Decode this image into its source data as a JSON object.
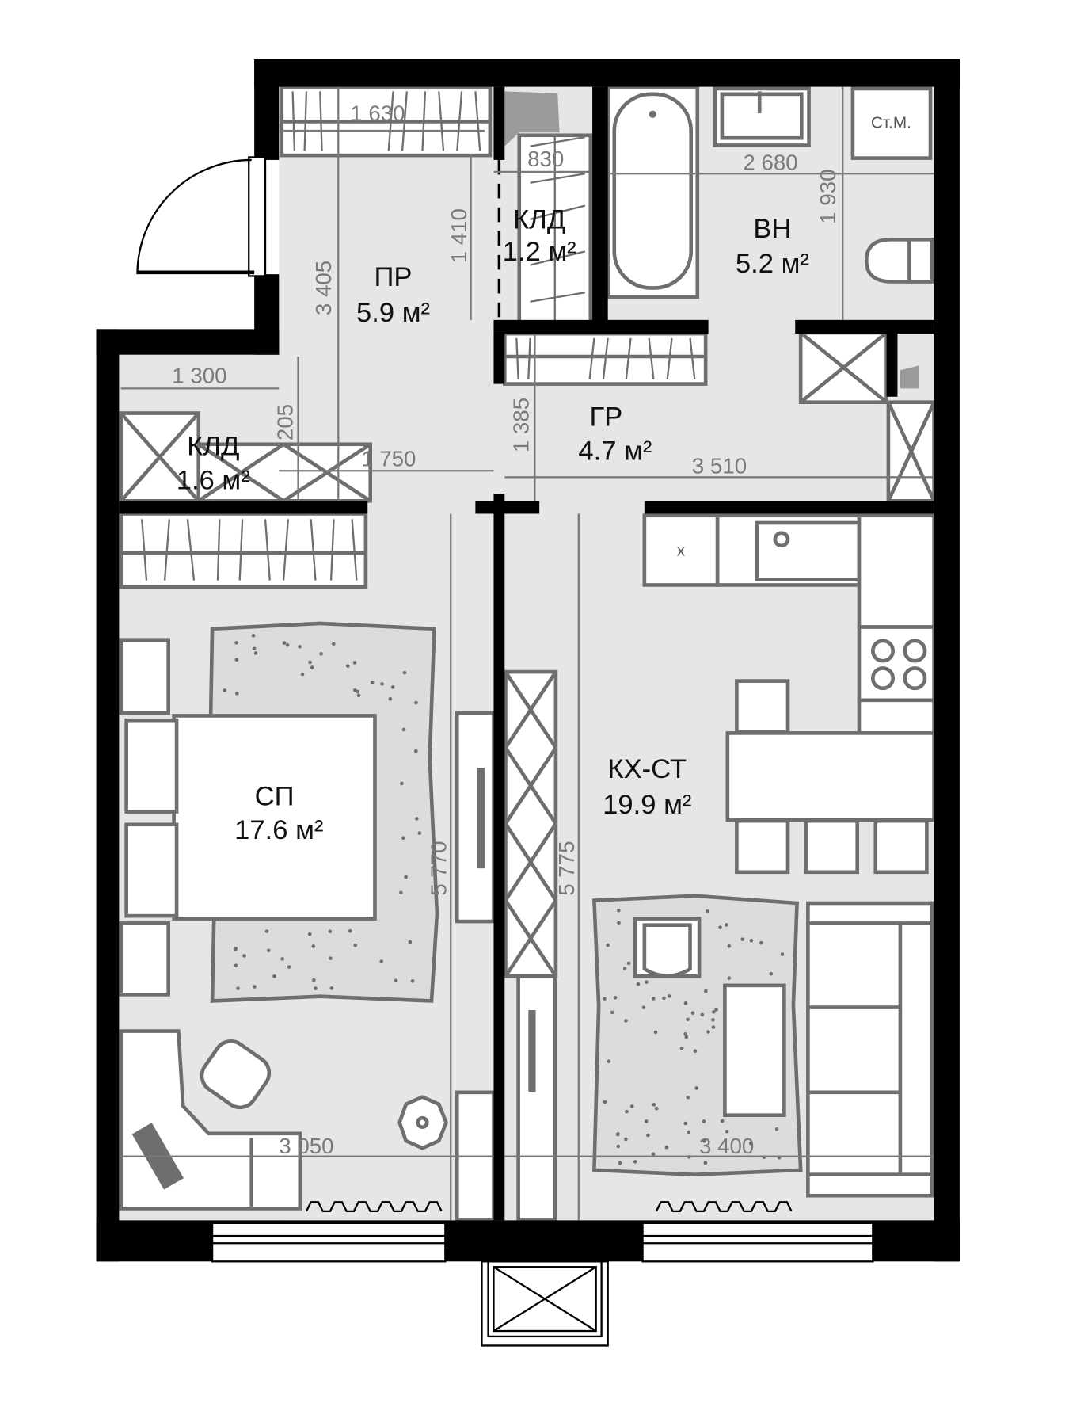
{
  "rooms": {
    "hall": {
      "label": "ПР",
      "area": "5.9 м²"
    },
    "closet_small": {
      "label": "КЛД",
      "area": "1.2 м²"
    },
    "bathroom": {
      "label": "ВН",
      "area": "5.2 м²"
    },
    "closet_left": {
      "label": "КЛД",
      "area": "1.6 м²"
    },
    "wardrobe_room": {
      "label": "ГР",
      "area": "4.7 м²"
    },
    "bedroom": {
      "label": "СП",
      "area": "17.6 м²"
    },
    "kitchen_living": {
      "label": "КХ-СТ",
      "area": "19.9 м²"
    }
  },
  "dimensions": {
    "hall_wardrobe_width": "1 630",
    "closet_small_width": "830",
    "bathroom_width": "2 680",
    "bathroom_depth": "1 930",
    "closet_small_depth": "1 410",
    "hall_length": "3 405",
    "closet_left_width": "1 300",
    "closet_left_offset": "205",
    "hall_width": "1 750",
    "wardrobe_room_depth": "1 385",
    "wardrobe_room_width": "3 510",
    "bedroom_length": "5 770",
    "kitchen_length": "5 775",
    "bedroom_width": "3 050",
    "kitchen_width": "3 400"
  },
  "fixtures": {
    "washing_machine": "Ст.М.",
    "fridge": "х"
  }
}
